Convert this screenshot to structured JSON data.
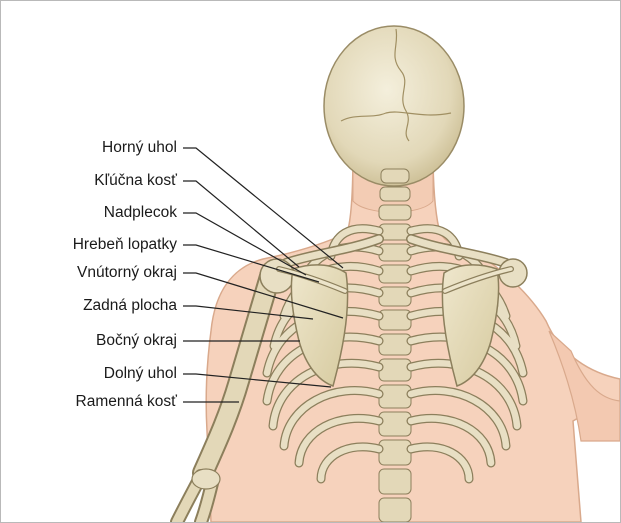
{
  "labels": [
    "Horný uhol",
    "Kľúčna kosť",
    "Nadplecok",
    "Hrebeň lopatky",
    "Vnútorný okraj",
    "Zadná plocha",
    "Bočný okraj",
    "Dolný uhol",
    "Ramenná kosť"
  ],
  "colors": {
    "skin": "#f6d2bc",
    "skin_outline": "#d9a98c",
    "bone": "#e8dfc4",
    "bone_shade": "#cbbf98",
    "bone_outline": "#8c7f5c",
    "leader": "#222222"
  }
}
